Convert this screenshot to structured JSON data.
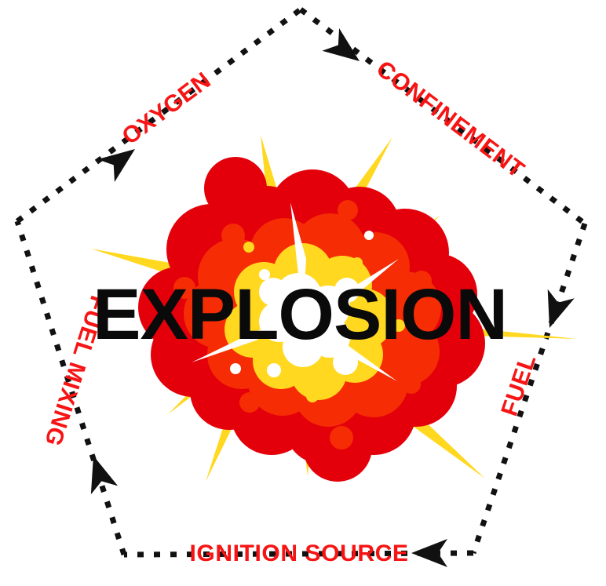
{
  "diagram": {
    "title": "EXPLOSION",
    "shape": "pentagon",
    "center_label": "EXPLOSION",
    "colors": {
      "label_red": "#F71414",
      "line_black": "#111111",
      "center_text": "#0A0A0A",
      "blast_dark_red": "#E3000B",
      "blast_orange_red": "#F62C04",
      "blast_yellow": "#FFD81F",
      "blast_core_white": "#FFFFFF",
      "background": "#FFFFFF"
    },
    "edges": [
      {
        "id": "oxygen",
        "label": "OXYGEN",
        "position": "upper-left",
        "rotation_deg": -38,
        "arrow_direction": "up-right"
      },
      {
        "id": "confinement",
        "label": "CONFINEMENT",
        "position": "upper-right",
        "rotation_deg": 38,
        "arrow_direction": "down-left"
      },
      {
        "id": "fuel",
        "label": "FUEL",
        "position": "right",
        "rotation_deg": -79,
        "arrow_direction": "down"
      },
      {
        "id": "ignition-source",
        "label": "IGNITION SOURCE",
        "position": "bottom",
        "rotation_deg": 0,
        "arrow_direction": "left"
      },
      {
        "id": "fuel-mixing",
        "label": "FUEL MIXING",
        "position": "lower-left",
        "rotation_deg": 108,
        "arrow_direction": "up"
      }
    ]
  },
  "chart_data": {
    "type": "diagram",
    "title": "EXPLOSION",
    "categories": [
      "OXYGEN",
      "CONFINEMENT",
      "FUEL",
      "IGNITION SOURCE",
      "FUEL MIXING"
    ],
    "values": [
      1,
      1,
      1,
      1,
      1
    ],
    "xlabel": "",
    "ylabel": "",
    "legend": [],
    "annotations": [
      "OXYGEN",
      "CONFINEMENT",
      "FUEL",
      "IGNITION SOURCE",
      "FUEL MIXING",
      "EXPLOSION"
    ]
  }
}
